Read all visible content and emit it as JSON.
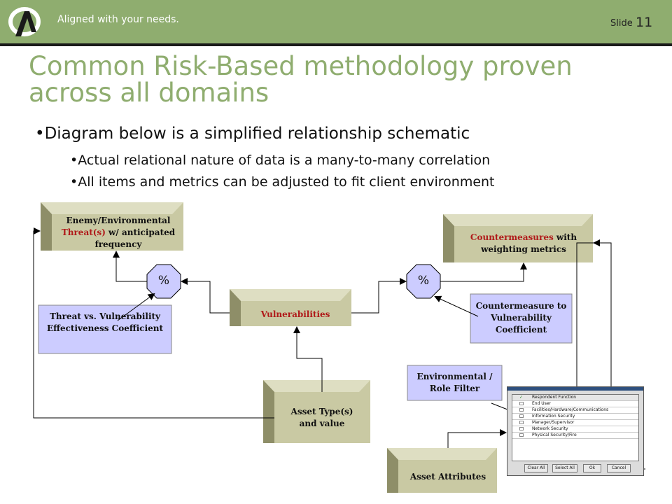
{
  "header": {
    "tagline": "Aligned with your needs.",
    "slide_label": "Slide",
    "slide_number": "11"
  },
  "title": "Common Risk-Based methodology proven across all domains",
  "bullets": [
    "Diagram below is a simplified relationship schematic",
    "Actual relational nature of data is a many-to-many correlation",
    "All items and metrics can be adjusted to fit client environment"
  ],
  "diagram": {
    "threat_box": {
      "line1": "Enemy/Environmental",
      "highlight": "Threat(s)",
      "rest": " w/ anticipated frequency"
    },
    "countermeasures_box": {
      "highlight": "Countermeasures",
      "rest": " with weighting metrics"
    },
    "vulnerabilities_box": "Vulnerabilities",
    "asset_type_box": "Asset Type(s) and value",
    "asset_attributes_box": "Asset Attributes",
    "threat_coefficient": "Threat vs. Vulnerability Effectiveness Coefficient",
    "countermeasure_coefficient": "Countermeasure to Vulnerability Coefficient",
    "env_filter": "Environmental / Role Filter",
    "percent_left": "%",
    "percent_right": "%"
  },
  "filter_window": {
    "header_check": "✓",
    "header_label": "Respondent Function",
    "rows": [
      "End User",
      "Facilities/Hardware/Communications",
      "Information Security",
      "Manager/Supervisor",
      "Network Security",
      "Physical Security/Fire"
    ],
    "buttons": [
      "Clear All",
      "Select All",
      "Ok",
      "Cancel"
    ]
  },
  "colors": {
    "brand_green": "#8fad6f",
    "box_fill": "#c9c9a3",
    "coefficient_fill": "#ccccff",
    "highlight_red": "#b01a1a"
  }
}
